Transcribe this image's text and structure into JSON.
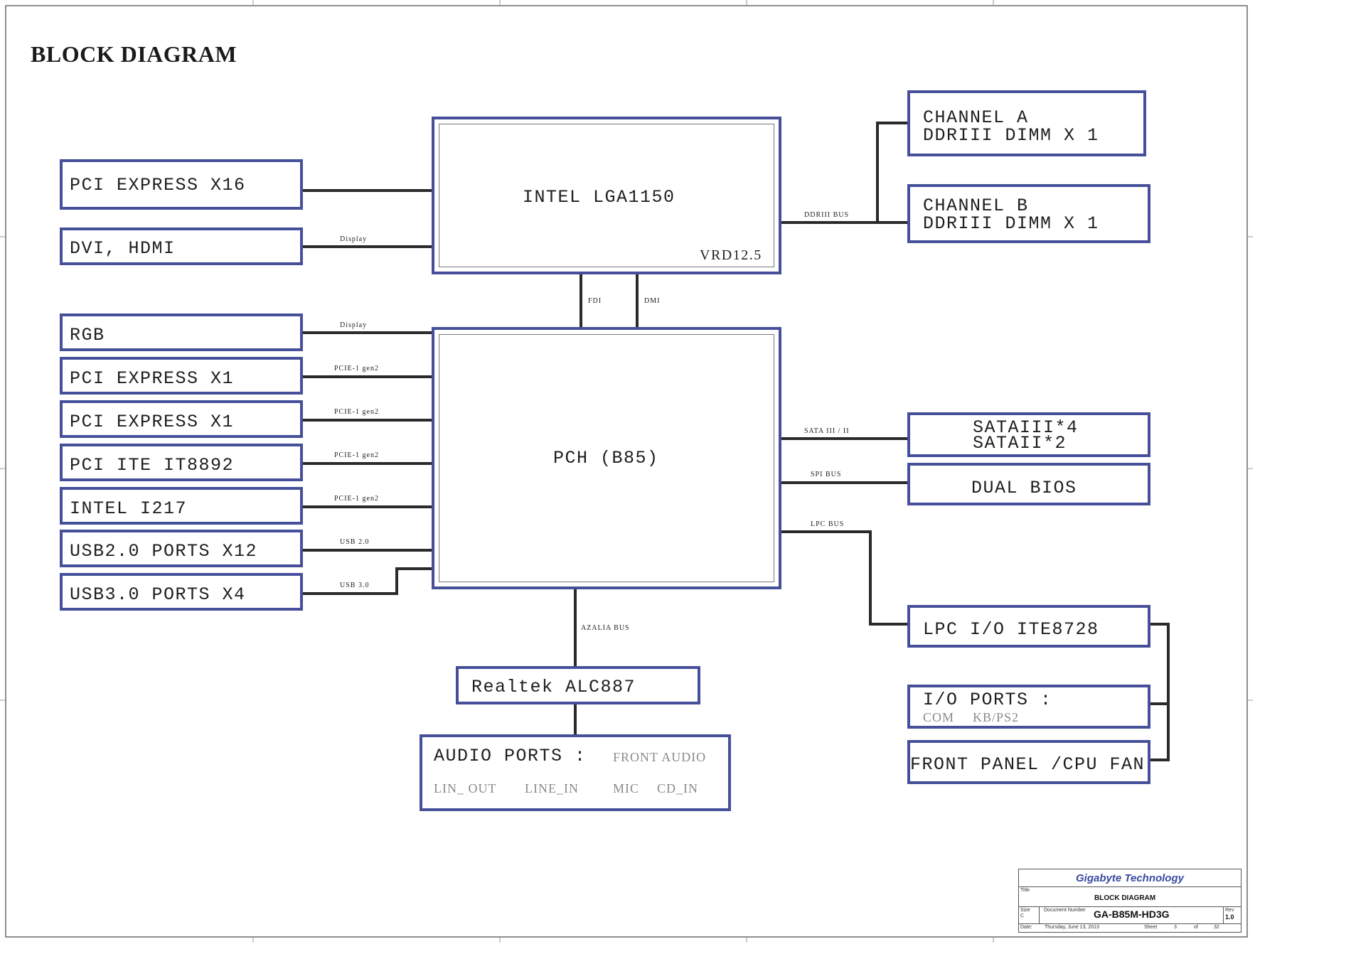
{
  "page": {
    "title": "BLOCK DIAGRAM"
  },
  "cpu": {
    "label": "INTEL LGA1150",
    "sub": "VRD12.5"
  },
  "pch": {
    "label": "PCH (B85)"
  },
  "memory": {
    "channel_a": [
      "CHANNEL A",
      "DDRIII DIMM X 1"
    ],
    "channel_b": [
      "CHANNEL B",
      "DDRIII DIMM X 1"
    ]
  },
  "left_blocks": {
    "pcie_x16": "PCI EXPRESS X16",
    "dvi_hdmi": "DVI, HDMI",
    "rgb": "RGB",
    "pcie_x1_a": "PCI EXPRESS X1",
    "pcie_x1_b": "PCI EXPRESS X1",
    "pci_ite": "PCI ITE IT8892",
    "intel_i217": "INTEL I217",
    "usb2": "USB2.0 PORTS X12",
    "usb3": "USB3.0 PORTS X4"
  },
  "right_blocks": {
    "sata": [
      "SATAIII*4",
      "SATAII*2"
    ],
    "dual_bios": "DUAL BIOS",
    "lpc_io": "LPC I/O ITE8728",
    "io_ports": "I/O PORTS :",
    "io_ports_sub": [
      "COM",
      "KB/PS2"
    ],
    "front_panel": "FRONT PANEL /CPU FAN"
  },
  "audio": {
    "codec": "Realtek ALC887",
    "ports": "AUDIO PORTS :",
    "front": "FRONT AUDIO",
    "jacks": [
      "LIN_ OUT",
      "LINE_IN",
      "MIC",
      "CD_IN"
    ]
  },
  "bus_labels": {
    "display_top": "Display",
    "display_rgb": "Display",
    "pcie_gen2_a": "PCIE-1 gen2",
    "pcie_gen2_b": "PCIE-1 gen2",
    "pcie_gen2_c": "PCIE-1 gen2",
    "pcie_gen2_d": "PCIE-1 gen2",
    "usb20": "USB 2.0",
    "usb30": "USB 3.0",
    "fdi": "FDI",
    "dmi": "DMI",
    "ddr": "DDRIII BUS",
    "sata": "SATA III / II",
    "spi": "SPI BUS",
    "lpc": "LPC BUS",
    "azalia": "AZALIA BUS"
  },
  "title_block": {
    "company": "Gigabyte Technology",
    "title_label": "Title",
    "title": "BLOCK DIAGRAM",
    "size_label": "Size",
    "size": "C",
    "doc_label": "Document Number",
    "doc": "GA-B85M-HD3G",
    "rev_label": "Rev",
    "rev": "1.0",
    "date_label": "Date:",
    "date": "Thursday, June 13, 2013",
    "sheet_label": "Sheet",
    "sheet": "3",
    "of_label": "of",
    "of": "32"
  },
  "colors": {
    "block_border": "#46509a",
    "wire": "#2a2a2a",
    "company": "#3a4aa0"
  }
}
